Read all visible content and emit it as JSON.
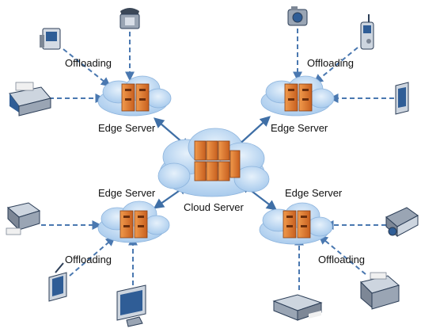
{
  "labels": {
    "cloud_server": "Cloud Server",
    "edge_server": "Edge Server",
    "offloading": "Offloading"
  },
  "colors": {
    "cloud_light": "#cfe4f7",
    "cloud_mid": "#a9cbed",
    "server_orange": "#e37a2e",
    "server_dark": "#b5561b",
    "arrow_blue": "#3f6fa6",
    "dashed_blue": "#4a78b0"
  },
  "nodes": {
    "cloud": "Cloud Server",
    "edge_servers": [
      "Edge Server",
      "Edge Server",
      "Edge Server",
      "Edge Server"
    ],
    "devices": [
      {
        "icon": "pda-icon"
      },
      {
        "icon": "telephone-icon"
      },
      {
        "icon": "fax-machine-icon"
      },
      {
        "icon": "camera-icon"
      },
      {
        "icon": "mobile-phone-icon"
      },
      {
        "icon": "tablet-icon"
      },
      {
        "icon": "scanner-icon"
      },
      {
        "icon": "pen-tablet-icon"
      },
      {
        "icon": "monitor-icon"
      },
      {
        "icon": "projector-icon"
      },
      {
        "icon": "printer-icon"
      },
      {
        "icon": "flatbed-scanner-icon"
      }
    ]
  }
}
